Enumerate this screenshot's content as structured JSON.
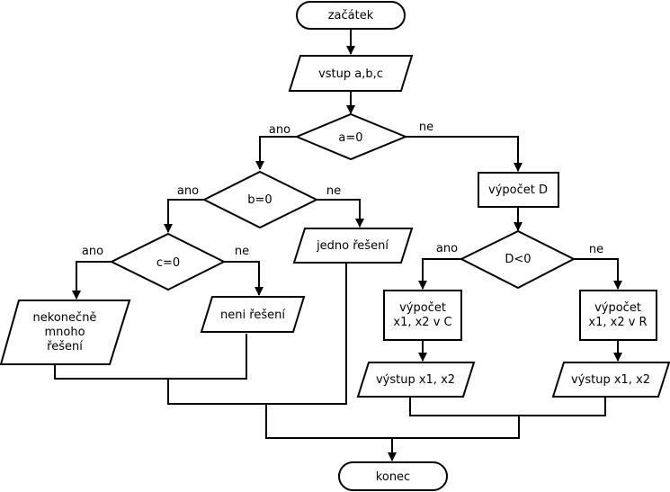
{
  "nodes": {
    "start": "začátek",
    "input": "vstup a,b,c",
    "cond_a": "a=0",
    "cond_b": "b=0",
    "cond_c": "c=0",
    "cond_d": "D<0",
    "calc_d": "výpočet D",
    "infinite_line1": "nekonečně",
    "infinite_line2": "mnoho",
    "infinite_line3": "řešení",
    "no_solution": "neni řešení",
    "one_solution": "jedno řešení",
    "calc_c_line1": "výpočet",
    "calc_c_line2": "x1, x2 v C",
    "calc_r_line1": "výpočet",
    "calc_r_line2": "x1, x2 v R",
    "output_c": "výstup x1, x2",
    "output_r": "výstup x1, x2",
    "end": "konec"
  },
  "branch_labels": {
    "a_yes": "ano",
    "a_no": "ne",
    "b_yes": "ano",
    "b_no": "ne",
    "c_yes": "ano",
    "c_no": "ne",
    "d_yes": "ano",
    "d_no": "ne"
  }
}
